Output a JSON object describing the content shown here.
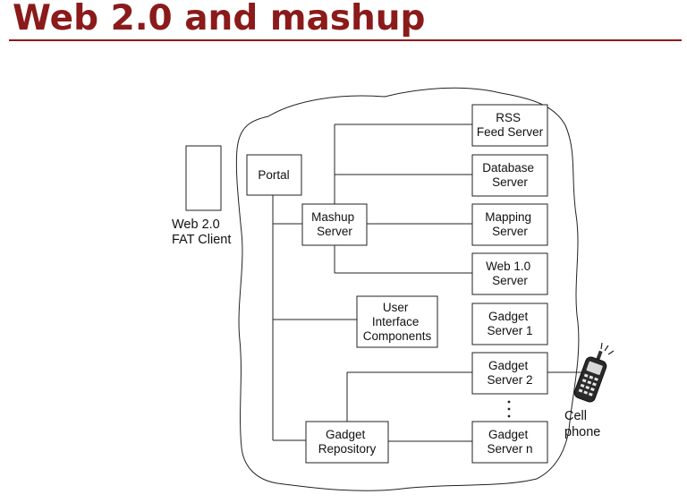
{
  "title": "Web 2.0 and mashup",
  "colors": {
    "title": "#8b1a1a",
    "stroke": "#222222"
  },
  "diagram": {
    "fat_client": [
      "Web 2.0",
      "FAT Client"
    ],
    "portal": [
      "Portal"
    ],
    "mashup_server": [
      "Mashup",
      "Server"
    ],
    "rss_feed_server": [
      "RSS",
      "Feed Server"
    ],
    "database_server": [
      "Database",
      "Server"
    ],
    "mapping_server": [
      "Mapping",
      "Server"
    ],
    "web10_server": [
      "Web 1.0",
      "Server"
    ],
    "ui_components": [
      "User",
      "Interface",
      "Components"
    ],
    "gadget_server_1": [
      "Gadget",
      "Server 1"
    ],
    "gadget_server_2": [
      "Gadget",
      "Server 2"
    ],
    "gadget_server_n": [
      "Gadget",
      "Server n"
    ],
    "gadget_repository": [
      "Gadget",
      "Repository"
    ],
    "cell_phone": [
      "Cell",
      "phone"
    ],
    "cell_phone_icon": "cell-phone-icon",
    "ellipsis": "vertical-dots"
  }
}
